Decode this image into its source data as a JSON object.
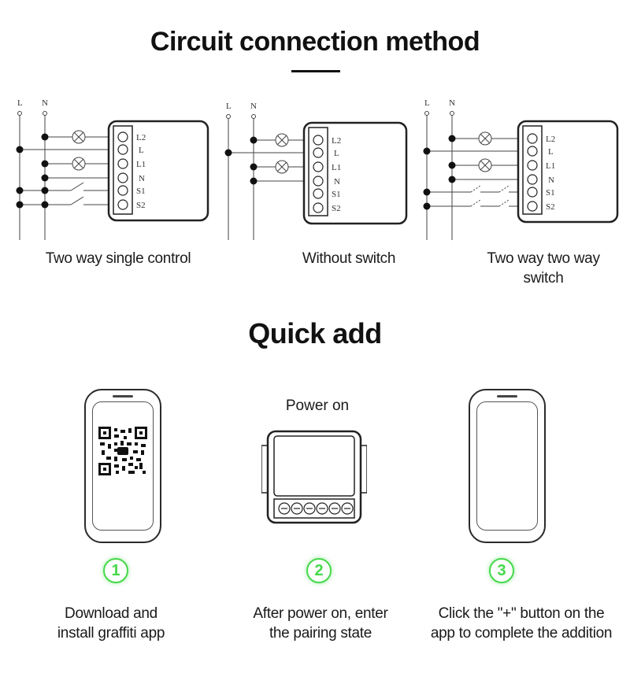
{
  "circuit_section": {
    "title": "Circuit connection method",
    "diagrams": [
      {
        "caption": "Two way single control",
        "wire_labels": [
          "L",
          "N"
        ],
        "terminal_labels": [
          "L2",
          "L",
          "L1",
          "N",
          "S1",
          "S2"
        ]
      },
      {
        "caption": "Without switch",
        "wire_labels": [
          "L",
          "N"
        ],
        "terminal_labels": [
          "L2",
          "L",
          "L1",
          "N",
          "S1",
          "S2"
        ]
      },
      {
        "caption": "Two way two way switch",
        "wire_labels": [
          "L",
          "N"
        ],
        "terminal_labels": [
          "L2",
          "L",
          "L1",
          "N",
          "S1",
          "S2"
        ]
      }
    ]
  },
  "quick_add_section": {
    "title": "Quick add",
    "power_on_label": "Power on",
    "steps": [
      {
        "number": "1",
        "text_line1": "Download and",
        "text_line2": "install graffiti app"
      },
      {
        "number": "2",
        "text_line1": "After power on, enter",
        "text_line2": "the pairing state"
      },
      {
        "number": "3",
        "text_line1": "Click the \"+\" button on the",
        "text_line2": "app to complete the addition"
      }
    ]
  },
  "colors": {
    "accent_green": "#45d84a",
    "ink": "#1a1a1a"
  }
}
